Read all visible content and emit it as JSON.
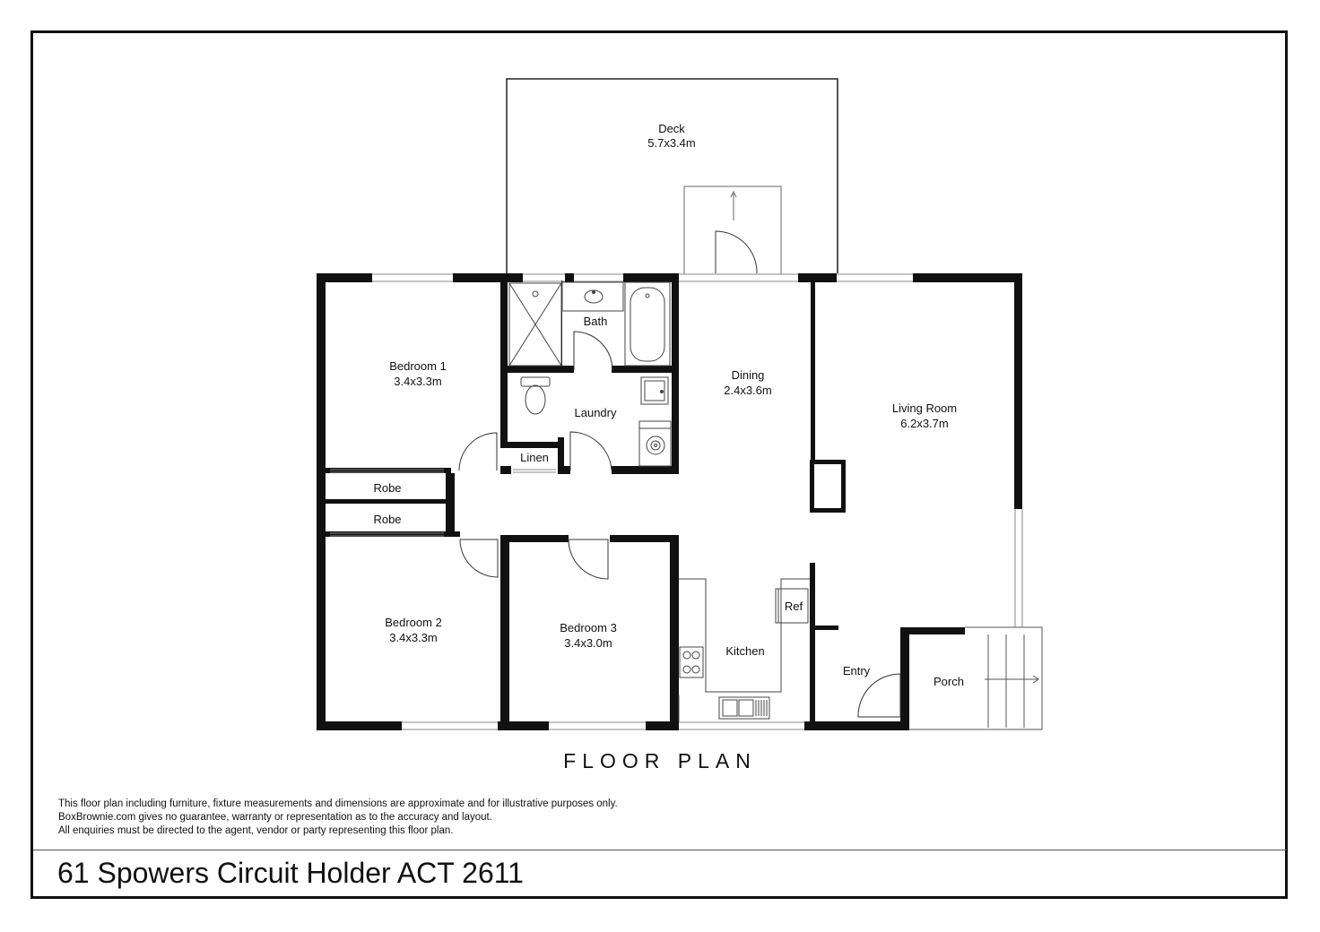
{
  "rooms": {
    "deck": {
      "name": "Deck",
      "size": "5.7x3.4m"
    },
    "bath": {
      "name": "Bath"
    },
    "bedroom1": {
      "name": "Bedroom 1",
      "size": "3.4x3.3m"
    },
    "laundry": {
      "name": "Laundry"
    },
    "linen": {
      "name": "Linen"
    },
    "dining": {
      "name": "Dining",
      "size": "2.4x3.6m"
    },
    "living": {
      "name": "Living Room",
      "size": "6.2x3.7m"
    },
    "robe1": {
      "name": "Robe"
    },
    "robe2": {
      "name": "Robe"
    },
    "bedroom2": {
      "name": "Bedroom 2",
      "size": "3.4x3.3m"
    },
    "bedroom3": {
      "name": "Bedroom 3",
      "size": "3.4x3.0m"
    },
    "kitchen": {
      "name": "Kitchen"
    },
    "ref": {
      "name": "Ref"
    },
    "entry": {
      "name": "Entry"
    },
    "porch": {
      "name": "Porch"
    }
  },
  "heading": "FLOOR PLAN",
  "disclaimer": [
    "This floor plan including furniture, fixture measurements and dimensions are approximate and for illustrative purposes only.",
    "BoxBrownie.com gives no guarantee, warranty or representation as to the accuracy and layout.",
    "All enquiries must be directed to the agent, vendor or party representing this floor plan."
  ],
  "address": "61 Spowers Circuit Holder ACT 2611"
}
